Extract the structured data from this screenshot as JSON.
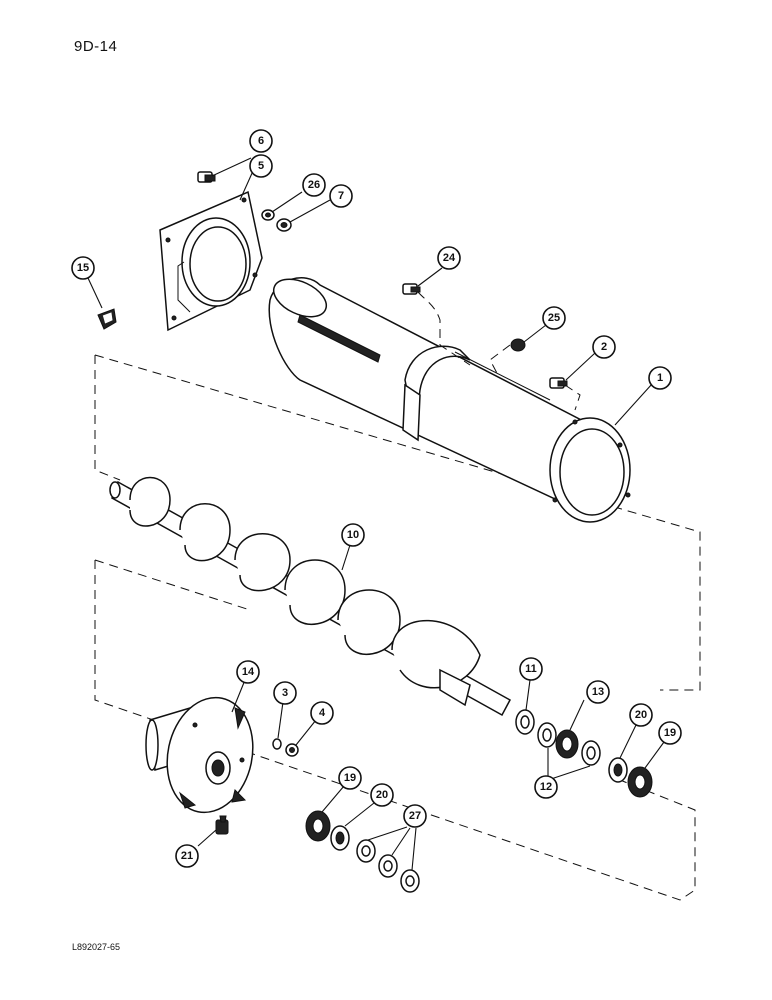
{
  "page_code": "9D-14",
  "figure_code": "L892027-65",
  "callouts": [
    {
      "id": "c6",
      "label": "6"
    },
    {
      "id": "c5",
      "label": "5"
    },
    {
      "id": "c26",
      "label": "26"
    },
    {
      "id": "c7",
      "label": "7"
    },
    {
      "id": "c15",
      "label": "15"
    },
    {
      "id": "c24",
      "label": "24"
    },
    {
      "id": "c25",
      "label": "25"
    },
    {
      "id": "c2",
      "label": "2"
    },
    {
      "id": "c1",
      "label": "1"
    },
    {
      "id": "c10",
      "label": "10"
    },
    {
      "id": "c14",
      "label": "14"
    },
    {
      "id": "c3",
      "label": "3"
    },
    {
      "id": "c4",
      "label": "4"
    },
    {
      "id": "c11",
      "label": "11"
    },
    {
      "id": "c13",
      "label": "13"
    },
    {
      "id": "c12",
      "label": "12"
    },
    {
      "id": "c20a",
      "label": "20"
    },
    {
      "id": "c19a",
      "label": "19"
    },
    {
      "id": "c19b",
      "label": "19"
    },
    {
      "id": "c20b",
      "label": "20"
    },
    {
      "id": "c27",
      "label": "27"
    },
    {
      "id": "c21",
      "label": "21"
    }
  ]
}
